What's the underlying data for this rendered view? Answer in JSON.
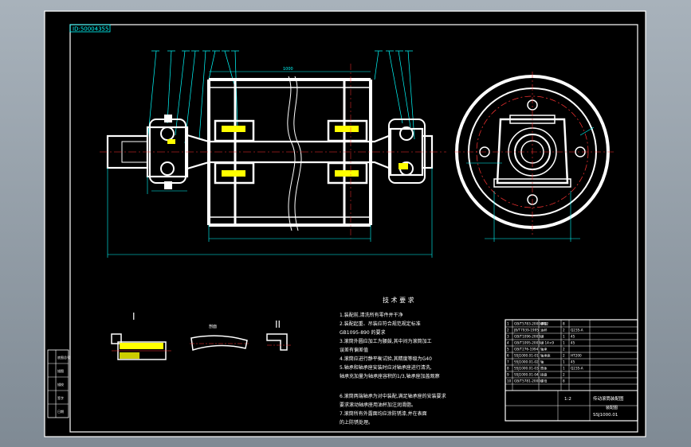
{
  "drawing": {
    "id_tag": "ID:50004355",
    "section_labels": {
      "detail_1": "I",
      "detail_2": "II",
      "detail_mid": "剖面"
    },
    "dimension_labels": {
      "top_width": "1000"
    }
  },
  "tech_requirements": {
    "title": "技 术 要 求",
    "lines": [
      "1.装配前,清洗所有零件并干净",
      "2.装配起重、吊装应符合规范规定标准",
      "GB1095-890 的要求",
      "3.滚筒外圆应加工为腰鼓,其中间为滚筒加工",
      "误差有偏差值",
      "4.滚筒应进行静平衡试验,其精度等级为G40",
      "5.轴承和轴承座安装时应对轴承座进行清洗,",
      "轴承充加量为轴承座容积的1/3,轴承座加盖观察",
      "6.滚筒两端轴承为对中装配,满足轴承座的安装要求",
      "要求滚动轴承座用油杯加注润滑脂。",
      "7.滚筒所有外露面均应涂防锈漆,并在表面",
      "的上防锈处理。"
    ]
  },
  "side_stamp": [
    "底图总号",
    "描图",
    "描校",
    "签字",
    "日期"
  ],
  "title_block": {
    "rows": [
      [
        "1",
        "GB/T5783-2000 M12",
        "螺栓",
        "8",
        "",
        ""
      ],
      [
        "2",
        "JB/T7939-1995",
        "油杯",
        "2",
        "Q235-A",
        ""
      ],
      [
        "3",
        "GB/T1096-2003",
        "键",
        "1",
        "45",
        ""
      ],
      [
        "4",
        "GB/T1095-2003",
        "键 14×9",
        "1",
        "45",
        ""
      ],
      [
        "5",
        "GB/T276-1994",
        "轴承",
        "2",
        "",
        ""
      ],
      [
        "6",
        "SSJ1000.01-01",
        "轴承座",
        "2",
        "HT200",
        ""
      ],
      [
        "7",
        "SSJ1000.01-02",
        "轴",
        "1",
        "45",
        ""
      ],
      [
        "8",
        "SSJ1000.01-03",
        "筒体",
        "1",
        "Q235-A",
        ""
      ],
      [
        "9",
        "SSJ1000.01-04",
        "接盘",
        "2",
        "",
        ""
      ],
      [
        "10",
        "GB/T5781-2000",
        "螺母",
        "8",
        "",
        ""
      ]
    ],
    "drawing_name": "传动滚筒装配图",
    "drawing_no": "SSJ1000.01",
    "scale": "1:2",
    "sheet": "装配图"
  },
  "colors": {
    "paper": "#000000",
    "outline": "#ffffff",
    "dimension": "#00ffff",
    "centerline": "#ff3333",
    "hatch": "#ffff00"
  }
}
